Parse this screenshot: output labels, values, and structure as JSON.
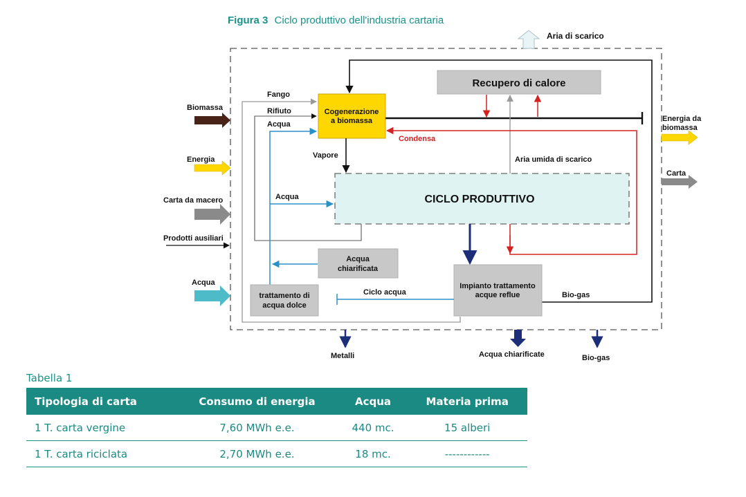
{
  "figure": {
    "number": "Figura 3",
    "title": "Ciclo produttivo dell'industria cartaria"
  },
  "boxes": {
    "recupero": "Recupero di calore",
    "cogen_1": "Cogenerazione",
    "cogen_2": "a biomassa",
    "ciclo": "CICLO PRODUTTIVO",
    "acqua_chiar_1": "Acqua",
    "acqua_chiar_2": "chiarificata",
    "trattamento_1": "trattamento di",
    "trattamento_2": "acqua dolce",
    "impianto_1": "Impianto trattamento",
    "impianto_2": "acque reflue"
  },
  "inputs": {
    "biomassa": "Biomassa",
    "energia": "Energia",
    "carta_macero": "Carta da macero",
    "prodotti": "Prodotti ausiliari",
    "acqua": "Acqua"
  },
  "outputs": {
    "aria_scarico": "Aria di scarico",
    "energia_bio_1": "Energia da",
    "energia_bio_2": "biomassa",
    "carta": "Carta",
    "metalli": "Metalli",
    "acqua_chiarificate": "Acqua chiarificate",
    "bio_gas": "Bio-gas"
  },
  "flows": {
    "fango": "Fango",
    "rifiuto": "Rifiuto",
    "acqua_top": "Acqua",
    "vapore": "Vapore",
    "acqua_mid": "Acqua",
    "condensa": "Condensa",
    "aria_umida": "Aria umida di scarico",
    "ciclo_acqua": "Ciclo acqua",
    "bio_gas_line": "Bio-gas"
  },
  "colors": {
    "teal": "#1a9288",
    "cogen_fill": "#ffd700",
    "ciclo_fill": "#dff3f3",
    "box_gray": "#c8c8c8",
    "red": "#d62020",
    "blue": "#2a90c8",
    "navy": "#1c2d7a"
  },
  "table": {
    "caption": "Tabella 1",
    "headers": [
      "Tipologia di carta",
      "Consumo di energia",
      "Acqua",
      "Materia prima"
    ],
    "rows": [
      [
        "1 T. carta vergine",
        "7,60 MWh e.e.",
        "440 mc.",
        "15 alberi"
      ],
      [
        "1 T. carta riciclata",
        "2,70 MWh e.e.",
        "18 mc.",
        "------------"
      ]
    ]
  }
}
